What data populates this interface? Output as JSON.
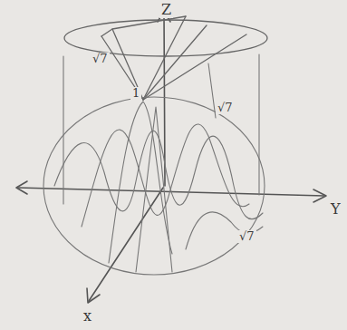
{
  "diagram": {
    "labels": [
      "Z",
      "√7",
      "1",
      "√7",
      "√7",
      "Y",
      "x"
    ]
  }
}
